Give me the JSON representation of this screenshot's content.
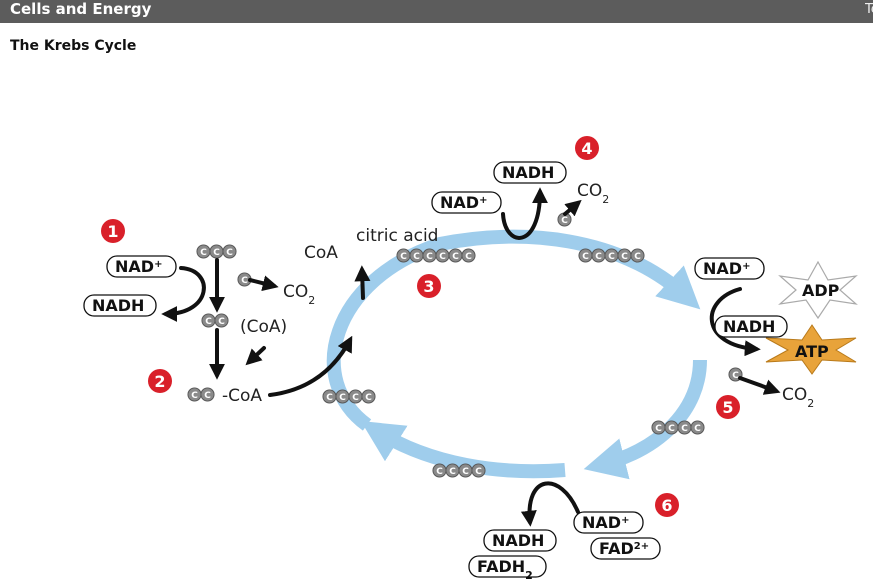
{
  "header": {
    "title": "Cells and Energy",
    "right_clip": "Te"
  },
  "subtitle": "The Krebs Cycle",
  "steps": [
    "1",
    "2",
    "3",
    "4",
    "5",
    "6"
  ],
  "carbon_letter": "C",
  "labels": {
    "coa_paren": "(CoA)",
    "acetyl_coa": "-CoA",
    "coa": "CoA",
    "citric_acid": "citric acid",
    "co2": "CO",
    "co2_sub": "2",
    "nad": "NAD",
    "nad_sup": "+",
    "nadh": "NADH",
    "adp": "ADP",
    "atp": "ATP",
    "fad": "FAD",
    "fad_sup": "2+",
    "fadh": "FADH",
    "fadh_sub": "2"
  },
  "colors": {
    "header_bg": "#5c5c5c",
    "cycle_arrow": "#9fcdec",
    "step_badge": "#d9202a",
    "carbon": "#8a8a8a",
    "atp_burst": "#e8a33a"
  }
}
